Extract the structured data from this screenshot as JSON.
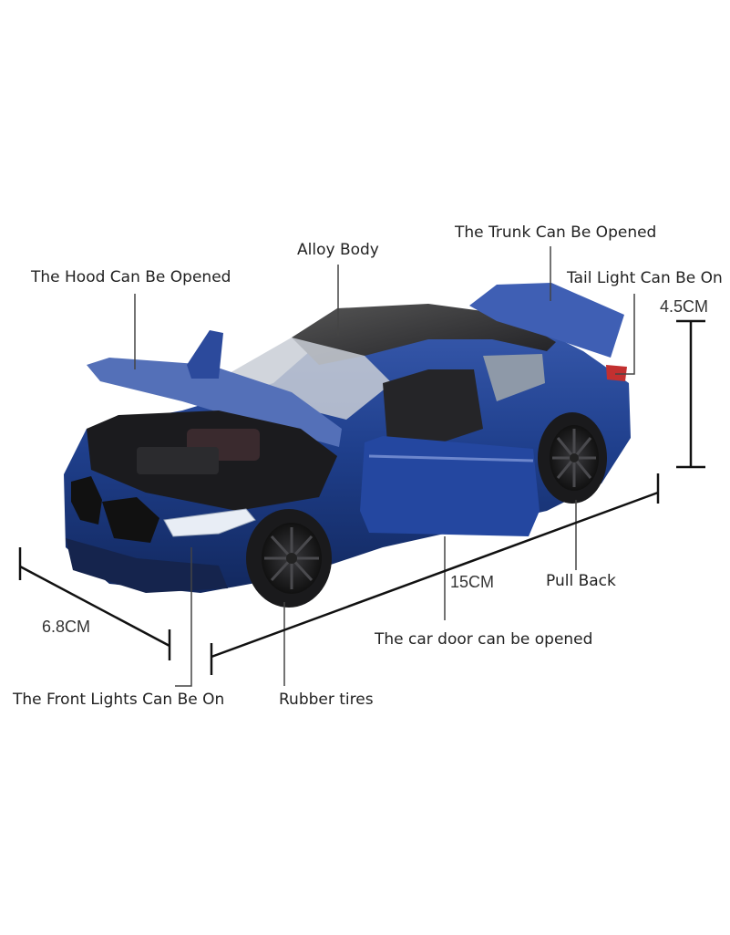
{
  "labels": {
    "alloy_body": "Alloy Body",
    "trunk": "The Trunk Can Be Opened",
    "hood": "The Hood Can Be Opened",
    "tail_light": "Tail Light Can Be On",
    "pull_back": "Pull Back",
    "door": "The car door can be opened",
    "front_lights": "The Front Lights Can Be On",
    "rubber_tires": "Rubber tires"
  },
  "dimensions": {
    "height": "4.5CM",
    "length": "15CM",
    "width": "6.8CM"
  },
  "colors": {
    "body_blue": "#1f3f8c",
    "roof_black": "#2a2a2e",
    "tire_dark": "#1a1a1c",
    "leader_line": "#444444"
  }
}
